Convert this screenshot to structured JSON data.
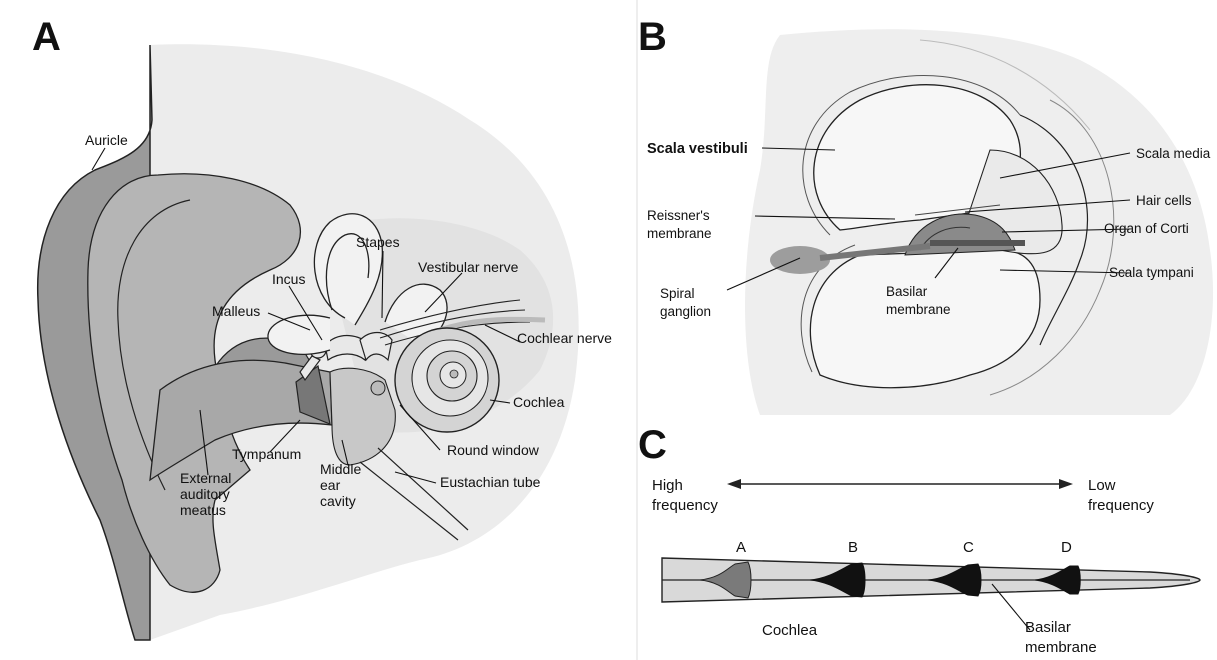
{
  "panels": {
    "a": {
      "letter": "A",
      "labels": {
        "auricle": "Auricle",
        "stapes": "Stapes",
        "incus": "Incus",
        "malleus": "Malleus",
        "vestibular_nerve": "Vestibular nerve",
        "cochlear_nerve": "Cochlear nerve",
        "cochlea": "Cochlea",
        "round_window": "Round window",
        "tympanum": "Tympanum",
        "eustachian_tube": "Eustachian tube",
        "external_auditory_meatus": [
          "External",
          "auditory",
          "meatus"
        ],
        "middle_ear_cavity": [
          "Middle",
          "ear",
          "cavity"
        ]
      }
    },
    "b": {
      "letter": "B",
      "labels": {
        "scala_vestibuli": "Scala vestibuli",
        "scala_media": "Scala media",
        "hair_cells": "Hair cells",
        "organ_of_corti": "Organ of Corti",
        "scala_tympani": "Scala tympani",
        "reissners_membrane": [
          "Reissner's",
          "membrane"
        ],
        "spiral_ganglion": [
          "Spiral",
          "ganglion"
        ],
        "basilar_membrane": [
          "Basilar",
          "membrane"
        ]
      }
    },
    "c": {
      "letter": "C",
      "labels": {
        "high_frequency": [
          "High",
          "frequency"
        ],
        "low_frequency": [
          "Low",
          "frequency"
        ],
        "positions": [
          "A",
          "B",
          "C",
          "D"
        ],
        "cochlea": "Cochlea",
        "basilar_membrane": [
          "Basilar",
          "membrane"
        ]
      }
    }
  }
}
